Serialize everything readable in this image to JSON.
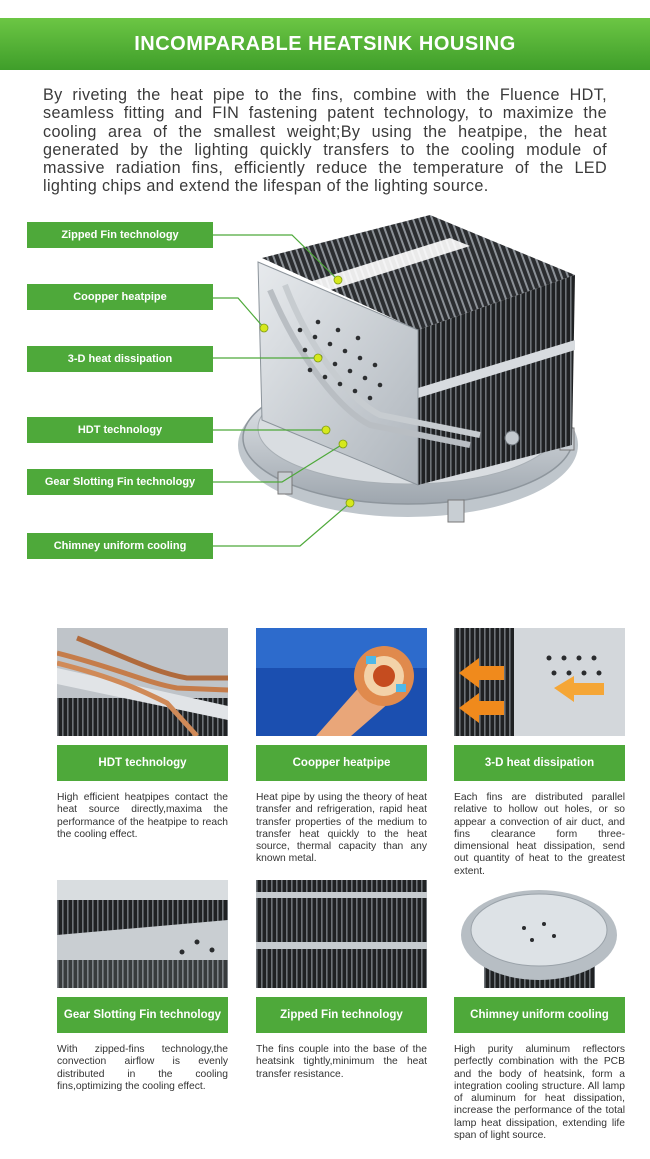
{
  "header": {
    "title": "INCOMPARABLE HEATSINK HOUSING"
  },
  "intro": "By riveting the heat pipe to the fins, combine with the Fluence HDT, seamless fitting and FIN fastening patent technology, to maximize the cooling area of the smallest weight;By using the heatpipe, the heat generated by the lighting quickly transfers to the cooling module of massive radiation fins, efficiently reduce the temperature of the LED lighting chips and extend the lifespan of the lighting source.",
  "diagram": {
    "callouts": [
      "Zipped Fin technology",
      "Coopper heatpipe",
      "3-D heat dissipation",
      "HDT technology",
      "Gear Slotting Fin technology",
      "Chimney uniform cooling"
    ],
    "accent": "#4ea93a",
    "marker": "#d6e81c"
  },
  "features": [
    {
      "label": "HDT technology",
      "text": "High efficient heatpipes contact the heat source directly,maxima the performance of the heatpipe to reach the cooling effect."
    },
    {
      "label": "Coopper heatpipe",
      "text": "Heat pipe by using the theory of heat transfer and refrigeration, rapid heat transfer properties of the medium to transfer heat quickly to the heat source, thermal capacity than any known metal."
    },
    {
      "label": "3-D heat dissipation",
      "text": "Each fins are distributed parallel relative to hollow out holes, or so appear a convection of air duct, and fins clearance form three-dimensional heat dissipation, send out quantity of heat to the greatest extent."
    },
    {
      "label": "Gear Slotting Fin technology",
      "text": "With zipped-fins technology,the convection airflow is evenly distributed in the cooling fins,optimizing the cooling effect."
    },
    {
      "label": "Zipped Fin technology",
      "text": "The fins couple into the base of the heatsink tightly,minimum the heat transfer resistance."
    },
    {
      "label": "Chimney uniform cooling",
      "text": "High purity aluminum reflectors perfectly combination with the PCB and the body of heatsink, form a integration cooling structure. All lamp of aluminum for heat dissipation, increase the performance of the total lamp heat dissipation, extending life span of light source."
    }
  ]
}
